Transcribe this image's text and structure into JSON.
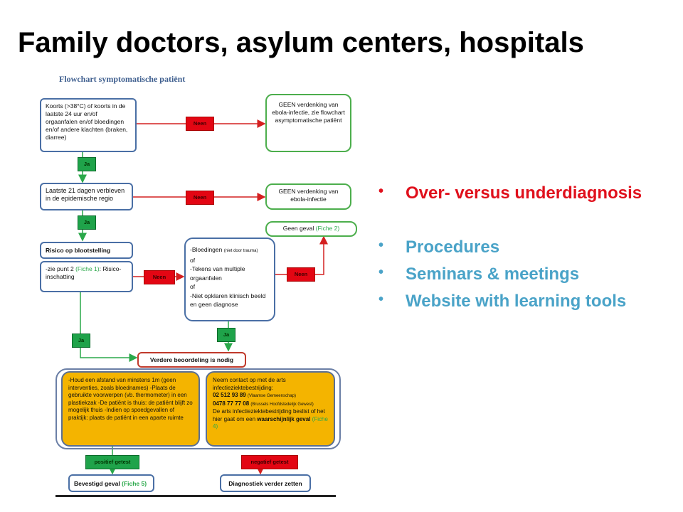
{
  "page": {
    "title": "Family doctors, asylum centers, hospitals"
  },
  "flowchart": {
    "heading": "Flowchart symptomatische patiënt",
    "box_fever": "Koorts (>38°C) of koorts in de laatste 24 uur en/of orgaanfalen en/of bloedingen en/of andere klachten (braken, diarree)",
    "box_no_suspicion_1": "GEEN verdenking van ebola-infectie, zie flowchart asymptomatische patiënt",
    "box_last21": "Laatste 21 dagen verbleven in de epidemische regio",
    "box_no_suspicion_2": "GEEN verdenking van ebola-infectie",
    "box_no_case": "Geen geval",
    "box_no_case_fiche": "(Fiche 2)",
    "box_risk_title": "Risico op blootstelling",
    "box_risk_text_a": "-zie punt 2",
    "box_risk_fiche": "(Fiche 1)",
    "box_risk_text_b": ": Risico-inschatting",
    "box_bleeding_1": "-Bloedingen",
    "box_bleeding_1_small": "(niet door trauma)",
    "box_bleeding_2": "of",
    "box_bleeding_3": "-Tekens van multiple orgaanfalen",
    "box_bleeding_4": "of",
    "box_bleeding_5": "-Niet opklaren klinisch beeld en geen diagnose",
    "box_further": "Verdere beoordeling is nodig",
    "box_left_actions": "-Houd een afstand van minstens 1m (geen interventies, zoals bloednames) -Plaats de gebruikte voorwerpen (vb. thermometer) in een plastiekzak -De patiënt is thuis: de patiënt blijft zo mogelijk thuis -Indien op spoedgevallen of praktijk: plaats de patiënt in een aparte ruimte",
    "box_right_1": "Neem contact op met de arts infectieziektebestrijding:",
    "box_right_phone1": "02 512 93 89",
    "box_right_phone1_note": "(Vlaamse Gemeenschap)",
    "box_right_phone2": "0478 77 77 08",
    "box_right_phone2_note": "(Brussels Hoofdstedelijk Gewest)",
    "box_right_2": "De arts infectieziektebestrijding beslist of het hier gaat om een",
    "box_right_probable": "waarschijnlijk geval",
    "box_right_fiche": "(Fiche 4)",
    "box_confirmed": "Bevestigd geval",
    "box_confirmed_fiche": "(Fiche 5)",
    "box_continue": "Diagnostiek verder zetten",
    "label_no": "Neen",
    "label_yes": "Ja",
    "label_pos": "positief getest",
    "label_neg": "negatief getest"
  },
  "bullets": {
    "item1": "Over- versus underdiagnosis",
    "item2": "Procedures",
    "item3": "Seminars & meetings",
    "item4": "Website with learning tools"
  },
  "colors": {
    "bullet_red": "#e0101c",
    "bullet_blue": "#4aa3c8",
    "flow_red": "#e30613",
    "flow_green": "#1fa34a",
    "flow_orange": "#f4b400"
  }
}
